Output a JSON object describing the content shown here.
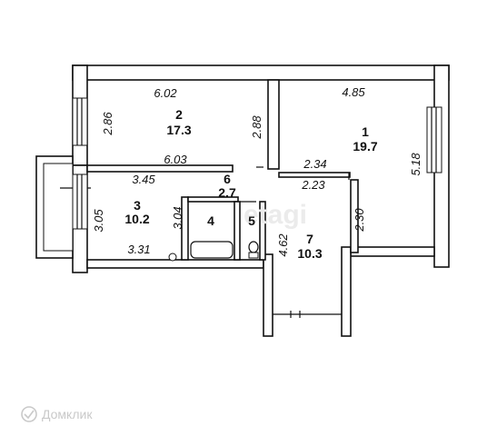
{
  "rooms": [
    {
      "number": "1",
      "area": "19.7"
    },
    {
      "number": "2",
      "area": "17.3"
    },
    {
      "number": "3",
      "area": "10.2"
    },
    {
      "number": "4",
      "area": ""
    },
    {
      "number": "5",
      "area": ""
    },
    {
      "number": "6",
      "area": "2.7"
    },
    {
      "number": "7",
      "area": "10.3"
    }
  ],
  "dimensions": {
    "r2_top": "6.02",
    "r2_left": "2.86",
    "r2_right": "2.88",
    "r2_bottom": "6.03",
    "r1_top": "4.85",
    "r1_right": "5.18",
    "r1_mid": "2.34",
    "r1_mid2": "2.23",
    "r3_top": "3.45",
    "r3_left": "3.05",
    "r3_right": "3.04",
    "r3_bottom": "3.31",
    "r7_left": "4.62",
    "r7_right": "2.30"
  },
  "watermark": "etagi",
  "logo": {
    "text": "Домклик"
  }
}
